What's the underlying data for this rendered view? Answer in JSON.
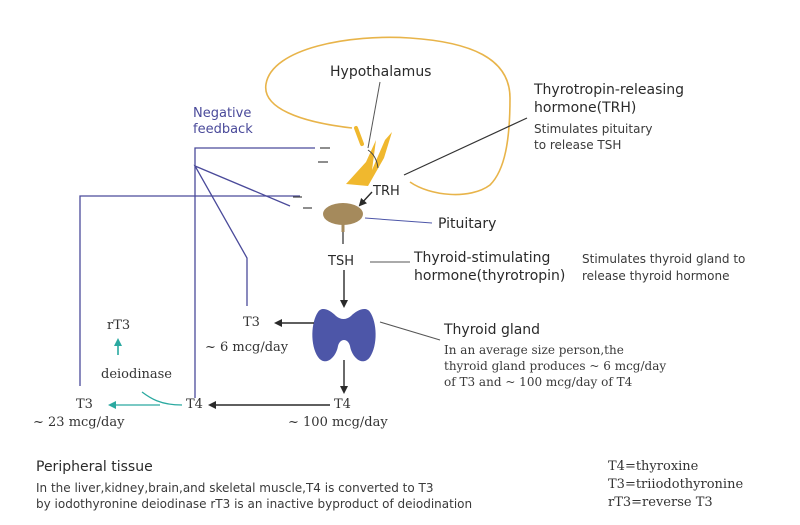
{
  "colors": {
    "negative_feedback": "#4a4a9a",
    "hypothalamus_outline": "#e8b44a",
    "trh_glyph": "#f0b82e",
    "pituitary": "#a58a5c",
    "thyroid": "#4d56a8",
    "arrow": "#2a2a2a",
    "deiodinase_arrow": "#2aa9a0",
    "connector": "#555555"
  },
  "labels": {
    "hypothalamus": "Hypothalamus",
    "negative_feedback_line1": "Negative",
    "negative_feedback_line2": "feedback",
    "trh_title_line1": "Thyrotropin-releasing",
    "trh_title_line2": "hormone(TRH)",
    "trh_desc_line1": "Stimulates pituitary",
    "trh_desc_line2": "to release TSH",
    "trh_short": "TRH",
    "pituitary": "Pituitary",
    "tsh_short": "TSH",
    "tsh_title_line1": "Thyroid-stimulating",
    "tsh_title_line2": "hormone(thyrotropin)",
    "tsh_desc_line1": "Stimulates thyroid gland to",
    "tsh_desc_line2": "release thyroid hormone",
    "thyroid_title": "Thyroid gland",
    "thyroid_desc_line1": "In an average size person,the",
    "thyroid_desc_line2": "thyroid gland produces ~ 6 mcg/day",
    "thyroid_desc_line3": "of T3 and ~ 100 mcg/day of T4",
    "t3_thyroid": "T3",
    "t3_thyroid_amount": "~ 6 mcg/day",
    "t4_thyroid": "T4",
    "t4_thyroid_amount": "~ 100 mcg/day",
    "rt3": "rT3",
    "deiodinase": "deiodinase",
    "t4_peripheral": "T4",
    "t3_peripheral": "T3",
    "t3_peripheral_amount": "~ 23 mcg/day",
    "minus_sign": "–"
  },
  "footer": {
    "peripheral_title": "Peripheral tissue",
    "peripheral_line1": "In the liver,kidney,brain,and skeletal muscle,T4 is converted to T3",
    "peripheral_line2": "by iodothyronine deiodinase rT3 is an inactive byproduct of deiodination",
    "legend_t4": "T4=thyroxine",
    "legend_t3": "T3=triiodothyronine",
    "legend_rt3": "rT3=reverse T3"
  }
}
